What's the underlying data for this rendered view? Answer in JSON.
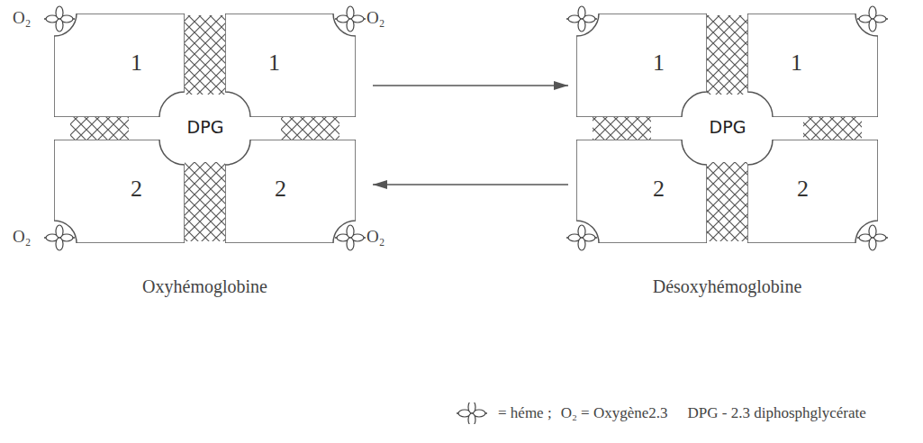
{
  "diagram": {
    "nodes": [
      {
        "text": [
          "Oxyhémoglobine"
        ]
      },
      {
        "text": [
          "1"
        ],
        "in": 0
      },
      {
        "text": [
          "1"
        ],
        "in": 0
      },
      {
        "text": [
          "2"
        ],
        "in": 0
      },
      {
        "text": [
          "2"
        ],
        "in": 0
      },
      {
        "text": [
          "Désoxyhémoglobine"
        ]
      },
      {
        "text": [
          "1"
        ],
        "in": 5
      },
      {
        "text": [
          "1"
        ],
        "in": 5
      },
      {
        "text": [
          "2"
        ],
        "in": 5
      },
      {
        "text": [
          "2"
        ],
        "in": 5
      }
    ],
    "edges": [
      {
        "from": 0,
        "to": 5,
        "arrow": "to"
      },
      {
        "from": 5,
        "to": 0,
        "arrow": "to"
      }
    ],
    "labels": [
      "O₂",
      "O₂",
      "O₂",
      "O₂",
      "DPG",
      "DPG",
      "O₂ = Oxygène2.3",
      "DPG - 2.3 diphosphglycérate"
    ],
    "legend": [
      {
        "text": "= héme ;"
      }
    ]
  }
}
